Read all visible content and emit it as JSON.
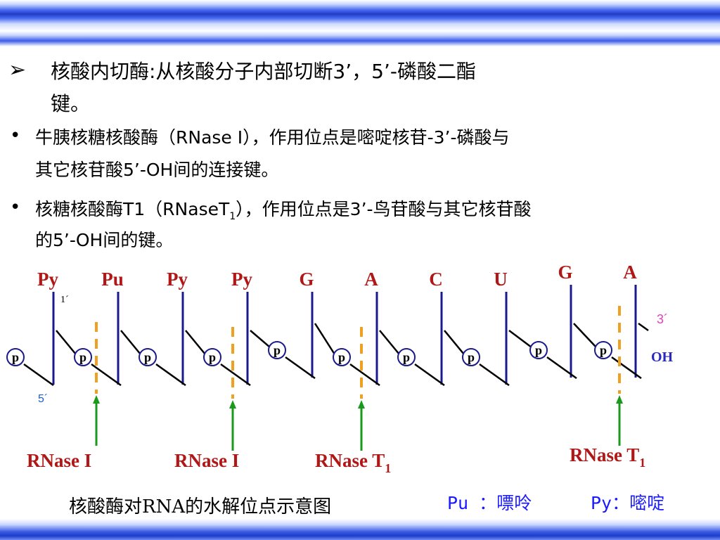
{
  "text": {
    "line1": "核酸内切酶:从核酸分子内部切断3’，5’-磷酸二酯",
    "line1b": "键。",
    "b1_line1": "牛胰核糖核酸酶（RNase Ⅰ），作用位点是嘧啶核苷-3’-磷酸与",
    "b1_line2": "其它核苷酸5’-OH间的连接键。",
    "b2_line1_pre": "核糖核酸酶T1（RNaseT",
    "b2_sub": "1",
    "b2_line1_post": "），作用位点是3’-鸟苷酸与其它核苷酸",
    "b2_line2": "的5’-OH间的键。"
  },
  "diagram": {
    "bases": [
      "Py",
      "Pu",
      "Py",
      "Py",
      "G",
      "A",
      "C",
      "U",
      "G",
      "A"
    ],
    "phosphate_label": "p",
    "label_1prime": "1´",
    "label_5prime": "5´",
    "label_3prime": "3´",
    "label_oh": "OH",
    "enzymes": [
      {
        "name": "RNase I",
        "sub": ""
      },
      {
        "name": "RNase I",
        "sub": ""
      },
      {
        "name": "RNase T",
        "sub": "1"
      },
      {
        "name": "RNase T",
        "sub": "1"
      }
    ],
    "colors": {
      "base_label": "#b01818",
      "strand": "#1a1a8c",
      "cut": "#f0a020",
      "arrow": "#1a9a1a",
      "prime5": "#1a5fd0",
      "prime3": "#e040c0",
      "oh": "#2a2ac0"
    }
  },
  "caption": "核酸酶对RNA的水解位点示意图",
  "legend": {
    "pu": "Pu ：嘌呤",
    "py": "Py：嘧啶"
  }
}
